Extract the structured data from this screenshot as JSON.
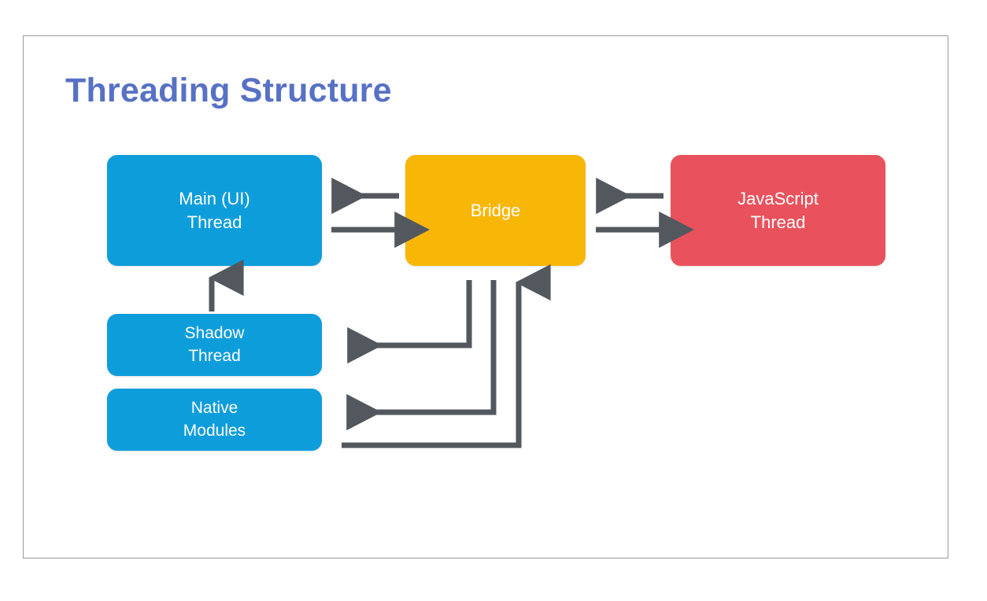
{
  "slide": {
    "title": "Threading Structure",
    "title_color": "#5771c4",
    "background": "#ffffff",
    "border_color": "#9a9a9a"
  },
  "palette": {
    "blue": "#0d9ddb",
    "amber": "#f7b породы",
    "amber_fixed": "#f8b607",
    "red": "#e9525c",
    "arrow": "#53585f",
    "node_text": "#ffffff"
  },
  "nodes": [
    {
      "id": "main-ui-thread",
      "label": "Main (UI)\nThread",
      "color": "#0d9ddb",
      "text_color": "#ffffff"
    },
    {
      "id": "bridge",
      "label": "Bridge",
      "color": "#f8b607",
      "text_color": "#ffffff"
    },
    {
      "id": "javascript-thread",
      "label": "JavaScript\nThread",
      "color": "#e9525c",
      "text_color": "#ffffff"
    },
    {
      "id": "shadow-thread",
      "label": "Shadow\nThread",
      "color": "#0d9ddb",
      "text_color": "#ffffff"
    },
    {
      "id": "native-modules",
      "label": "Native\nModules",
      "color": "#0d9ddb",
      "text_color": "#ffffff"
    }
  ],
  "connectors": [
    {
      "id": "bridge-to-main-ui-thread",
      "from": "bridge",
      "to": "main-ui-thread",
      "direction": "left",
      "style": "straight"
    },
    {
      "id": "main-ui-thread-to-bridge",
      "from": "main-ui-thread",
      "to": "bridge",
      "direction": "right",
      "style": "straight"
    },
    {
      "id": "javascript-thread-to-bridge",
      "from": "javascript-thread",
      "to": "bridge",
      "direction": "left",
      "style": "straight"
    },
    {
      "id": "bridge-to-javascript-thread",
      "from": "bridge",
      "to": "javascript-thread",
      "direction": "right",
      "style": "straight"
    },
    {
      "id": "shadow-thread-to-main-ui-thread",
      "from": "shadow-thread",
      "to": "main-ui-thread",
      "direction": "up",
      "style": "straight"
    },
    {
      "id": "bridge-to-shadow-thread",
      "from": "bridge",
      "to": "shadow-thread",
      "direction": "left",
      "style": "elbow"
    },
    {
      "id": "bridge-to-native-modules",
      "from": "bridge",
      "to": "native-modules",
      "direction": "left",
      "style": "elbow"
    },
    {
      "id": "native-modules-to-bridge",
      "from": "native-modules",
      "to": "bridge",
      "direction": "up",
      "style": "elbow"
    }
  ]
}
